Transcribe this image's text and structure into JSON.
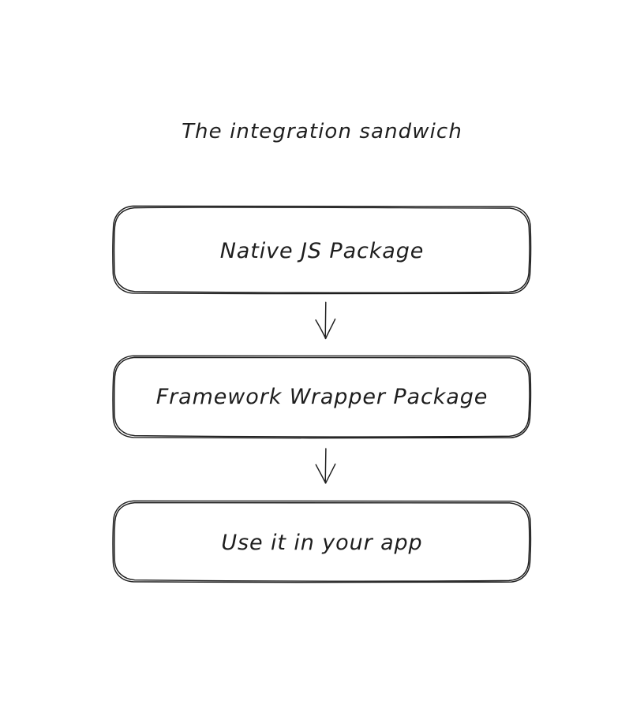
{
  "diagram": {
    "title": "The integration sandwich",
    "style": "hand-drawn sketch",
    "background_color": "#ffffff",
    "stroke_color": "#1e1e1e",
    "fill_color": "#ffffff",
    "nodes": [
      {
        "id": "native-js-package",
        "label": "Native JS Package"
      },
      {
        "id": "framework-wrapper-package",
        "label": "Framework Wrapper Package"
      },
      {
        "id": "use-it-in-your-app",
        "label": "Use it in your app"
      }
    ],
    "edges": [
      {
        "id": "edge-native-to-wrapper",
        "from": "native-js-package",
        "to": "framework-wrapper-package",
        "arrow": "down-arrow"
      },
      {
        "id": "edge-wrapper-to-app",
        "from": "framework-wrapper-package",
        "to": "use-it-in-your-app",
        "arrow": "down-arrow"
      }
    ]
  }
}
